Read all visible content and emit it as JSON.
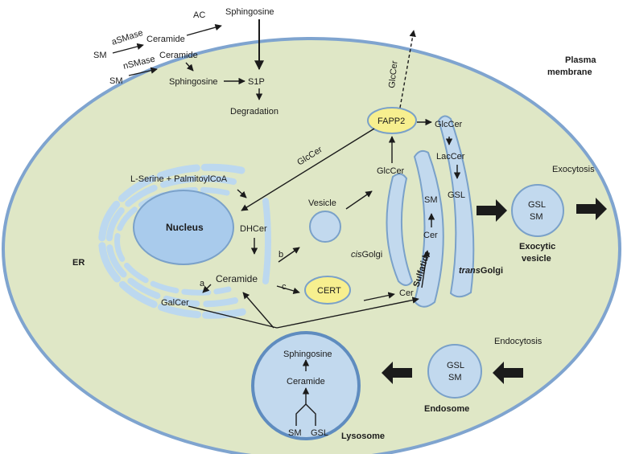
{
  "cell": {
    "membrane_label_1": "Plasma",
    "membrane_label_2": "membrane"
  },
  "extracellular": {
    "sm_1": "SM",
    "asmase": "aSMase",
    "ceramide_1": "Ceramide",
    "ac": "AC",
    "sphingosine_top": "Sphingosine",
    "sm_2": "SM",
    "nsmase": "nSMase",
    "ceramide_2": "Ceramide",
    "sphingosine_mid": "Sphingosine",
    "s1p": "S1P",
    "degradation": "Degradation"
  },
  "er": {
    "label": "ER",
    "nucleus": "Nucleus",
    "lserine": "L-Serine + PalmitoylCoA",
    "dhcer": "DHCer",
    "ceramide": "Ceramide",
    "galcer": "GalCer",
    "route_a": "a"
  },
  "transport": {
    "glccer_diag": "GlcCer",
    "glccer_up": "GlcCer",
    "route_b": "b",
    "route_c": "c",
    "vesicle": "Vesicle",
    "cert": "CERT",
    "fapp2": "FAPP2",
    "cer_entry": "Cer"
  },
  "golgi": {
    "cis_prefix": "cis",
    "cis_suffix": "Golgi",
    "trans_prefix": "trans",
    "trans_suffix": "Golgi",
    "sm": "SM",
    "cer": "Cer",
    "sulfatide": "Sulfatide",
    "glccer_top": "GlcCer",
    "glccer_inside": "GlcCer",
    "laccer": "LacCer",
    "gsl": "GSL"
  },
  "exocytosis": {
    "label": "Exocytosis",
    "gsl": "GSL",
    "sm": "SM",
    "vesicle_1": "Exocytic",
    "vesicle_2": "vesicle"
  },
  "endocytosis": {
    "label": "Endocytosis",
    "gsl": "GSL",
    "sm": "SM",
    "endosome": "Endosome"
  },
  "lysosome": {
    "label": "Lysosome",
    "sphingosine": "Sphingosine",
    "ceramide": "Ceramide",
    "sm": "SM",
    "gsl": "GSL"
  },
  "colors": {
    "cytoplasm": "#dfe7c6",
    "membrane": "#7fa4cf",
    "organelle": "#c2d9ee",
    "organelle_edge": "#7aa1c9",
    "er": "#bcd8ef",
    "nucleus": "#a9cbec",
    "protein": "#f7ef8f",
    "arrow": "#1b1b1b"
  }
}
